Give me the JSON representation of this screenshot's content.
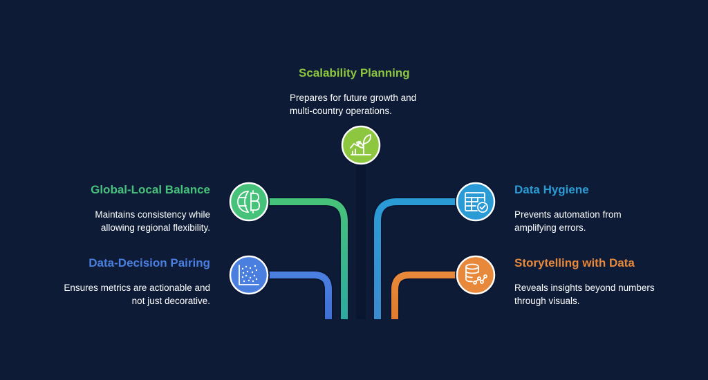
{
  "colors": {
    "background": "#0d1b36",
    "scalability": "#8dc63f",
    "global_local": "#47c27a",
    "data_decision": "#4a7fe0",
    "data_hygiene": "#2b9bd6",
    "storytelling": "#e8883a"
  },
  "items": {
    "scalability": {
      "title": "Scalability Planning",
      "desc_line1": "Prepares for future growth and",
      "desc_line2": "multi-country operations.",
      "icon": "plant-growth-icon"
    },
    "global_local": {
      "title": "Global-Local Balance",
      "desc_line1": "Maintains consistency while",
      "desc_line2": "allowing regional flexibility.",
      "icon": "globe-currency-icon"
    },
    "data_decision": {
      "title": "Data-Decision Pairing",
      "desc_line1": "Ensures metrics are actionable and",
      "desc_line2": "not just decorative.",
      "icon": "scatter-plot-icon"
    },
    "data_hygiene": {
      "title": "Data Hygiene",
      "desc_line1": "Prevents automation from",
      "desc_line2": "amplifying errors.",
      "icon": "table-check-icon"
    },
    "storytelling": {
      "title": "Storytelling with Data",
      "desc_line1": "Reveals insights beyond numbers",
      "desc_line2": "through visuals.",
      "icon": "database-chart-icon"
    }
  }
}
